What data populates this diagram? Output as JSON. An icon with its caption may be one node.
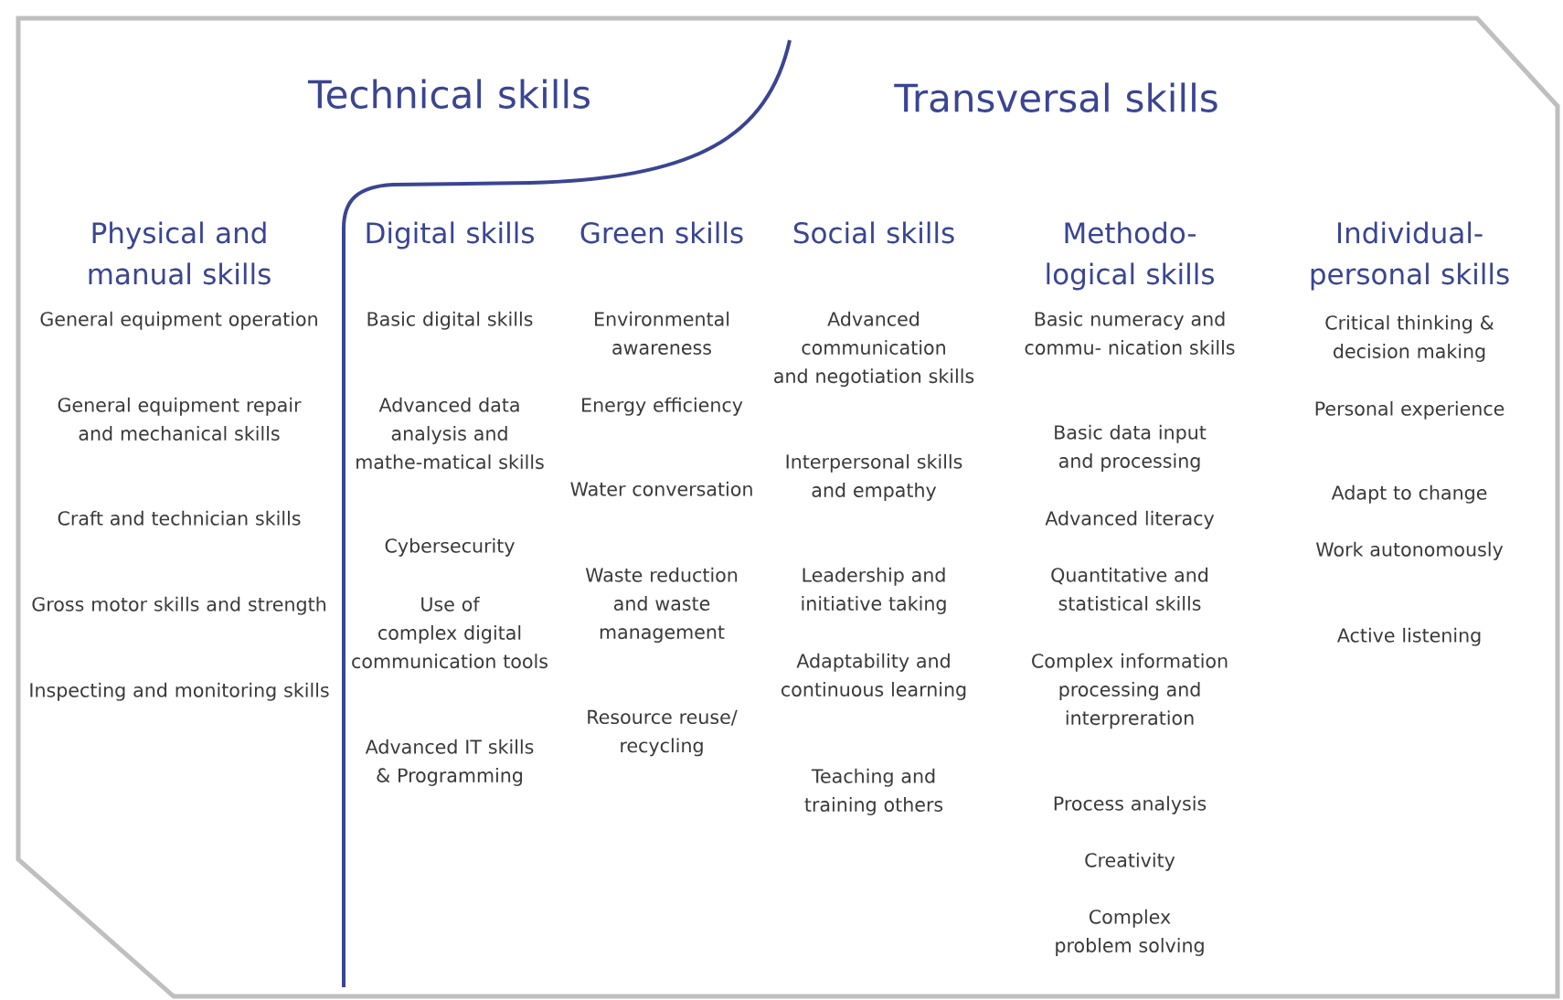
{
  "diagram": {
    "labels": [
      "Technical skills",
      "Transversal skills",
      "Physical and manual skills",
      "General equipment operation",
      "General equipment repair and mechanical skills",
      "Craft and technician skills",
      "Gross motor skills and strength",
      "Inspecting and monitoring skills",
      "Digital skills",
      "Basic digital skills",
      "Advanced data analysis and mathe-matical skills",
      "Cybersecurity",
      "Use of complex digital communication tools",
      "Advanced IT skills & Programming",
      "Green skills",
      "Environmental awareness",
      "Energy efficiency",
      "Water conversation",
      "Waste reduction and waste management",
      "Resource reuse/ recycling",
      "Social skills",
      "Advanced communication and negotiation skills",
      "Interpersonal skills and empathy",
      "Leadership and initiative taking",
      "Adaptability and continuous learning",
      "Teaching and training others",
      "Methodo- logical skills",
      "Basic numeracy and commu- nication skills",
      "Basic data input and processing",
      "Advanced literacy",
      "Quantitative and statistical skills",
      "Complex information processing and interpreration",
      "Process analysis",
      "Creativity",
      "Complex problem solving",
      "Individual- personal skills",
      "Critical thinking & decision making",
      "Personal experience",
      "Adapt to change",
      "Work autonomously",
      "Active listening"
    ]
  }
}
